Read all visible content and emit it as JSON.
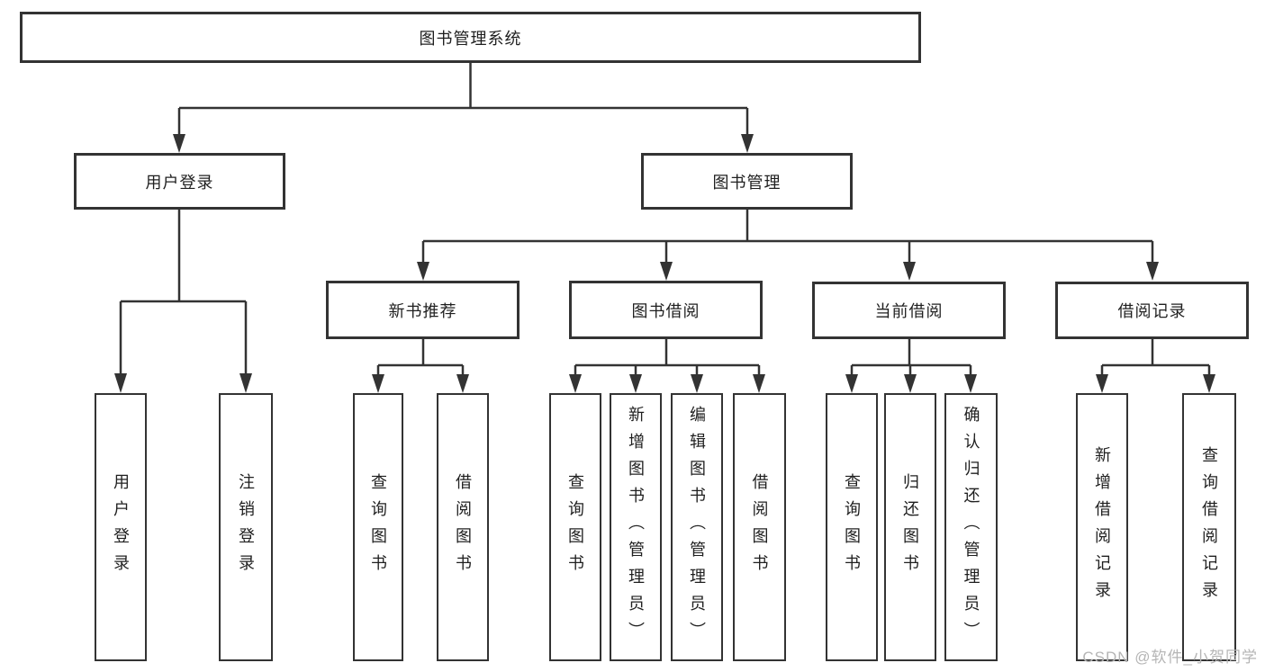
{
  "diagram": {
    "root": {
      "label": "图书管理系统"
    },
    "branches": [
      {
        "label": "用户登录",
        "children": [
          {
            "label": "用户登录"
          },
          {
            "label": "注销登录"
          }
        ]
      },
      {
        "label": "图书管理",
        "children": [
          {
            "label": "新书推荐",
            "children": [
              {
                "label": "查询图书"
              },
              {
                "label": "借阅图书"
              }
            ]
          },
          {
            "label": "图书借阅",
            "children": [
              {
                "label": "查询图书"
              },
              {
                "label": "新增图书（管理员）"
              },
              {
                "label": "编辑图书（管理员）"
              },
              {
                "label": "借阅图书"
              }
            ]
          },
          {
            "label": "当前借阅",
            "children": [
              {
                "label": "查询图书"
              },
              {
                "label": "归还图书"
              },
              {
                "label": "确认归还（管理员）"
              }
            ]
          },
          {
            "label": "借阅记录",
            "children": [
              {
                "label": "新增借阅记录"
              },
              {
                "label": "查询借阅记录"
              }
            ]
          }
        ]
      }
    ]
  },
  "watermark": {
    "text": "CSDN @软件_小贺同学"
  },
  "colors": {
    "line": "#333333",
    "text": "#1f1f1f",
    "watermark": "#b5b5b5",
    "background": "#ffffff"
  }
}
